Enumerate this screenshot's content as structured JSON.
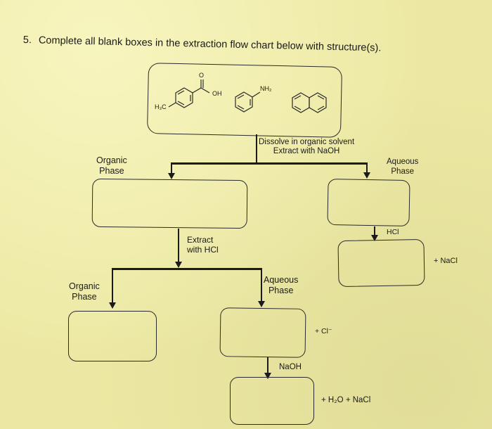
{
  "question": {
    "number": "5.",
    "text": "Complete all blank boxes in the extraction flow chart below with structure(s)."
  },
  "structures": {
    "h3c": "H₃C",
    "oh": "OH",
    "o": "O",
    "nh2": "NH₂"
  },
  "steps": {
    "step1_line1": "Dissolve in organic solvent",
    "step1_line2": "Extract with NaOH",
    "step2_line1": "Extract",
    "step2_line2": "with HCl",
    "hcl": "HCl",
    "naoh": "NaOH"
  },
  "phases": {
    "organic_1a": "Organic",
    "organic_1b": "Phase",
    "aqueous_1a": "Aqueous",
    "aqueous_1b": "Phase",
    "organic_2a": "Organic",
    "organic_2b": "Phase",
    "aqueous_2a": "Aqueous",
    "aqueous_2b": "Phase"
  },
  "byproducts": {
    "nacl_right": "+ NaCl",
    "cl_minus": "+ Cl⁻",
    "h2o_nacl": "+ H₂O + NaCl"
  }
}
